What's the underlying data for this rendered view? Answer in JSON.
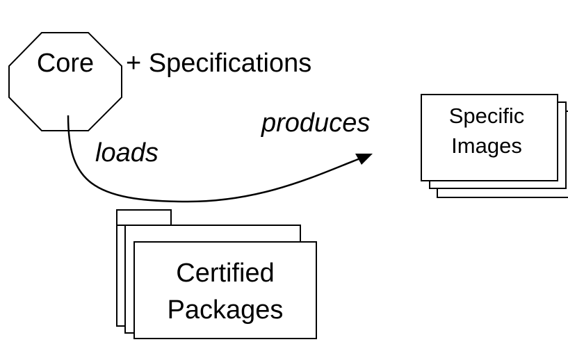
{
  "diagram": {
    "core_label": "Core",
    "specifications_label": "+ Specifications",
    "loads_label": "loads",
    "produces_label": "produces",
    "specific_images_line1": "Specific",
    "specific_images_line2": "Images",
    "certified_packages_line1": "Certified",
    "certified_packages_line2": "Packages"
  },
  "colors": {
    "canvas": "#ffffff",
    "stroke": "#000000",
    "background": "#0e0e0f"
  }
}
